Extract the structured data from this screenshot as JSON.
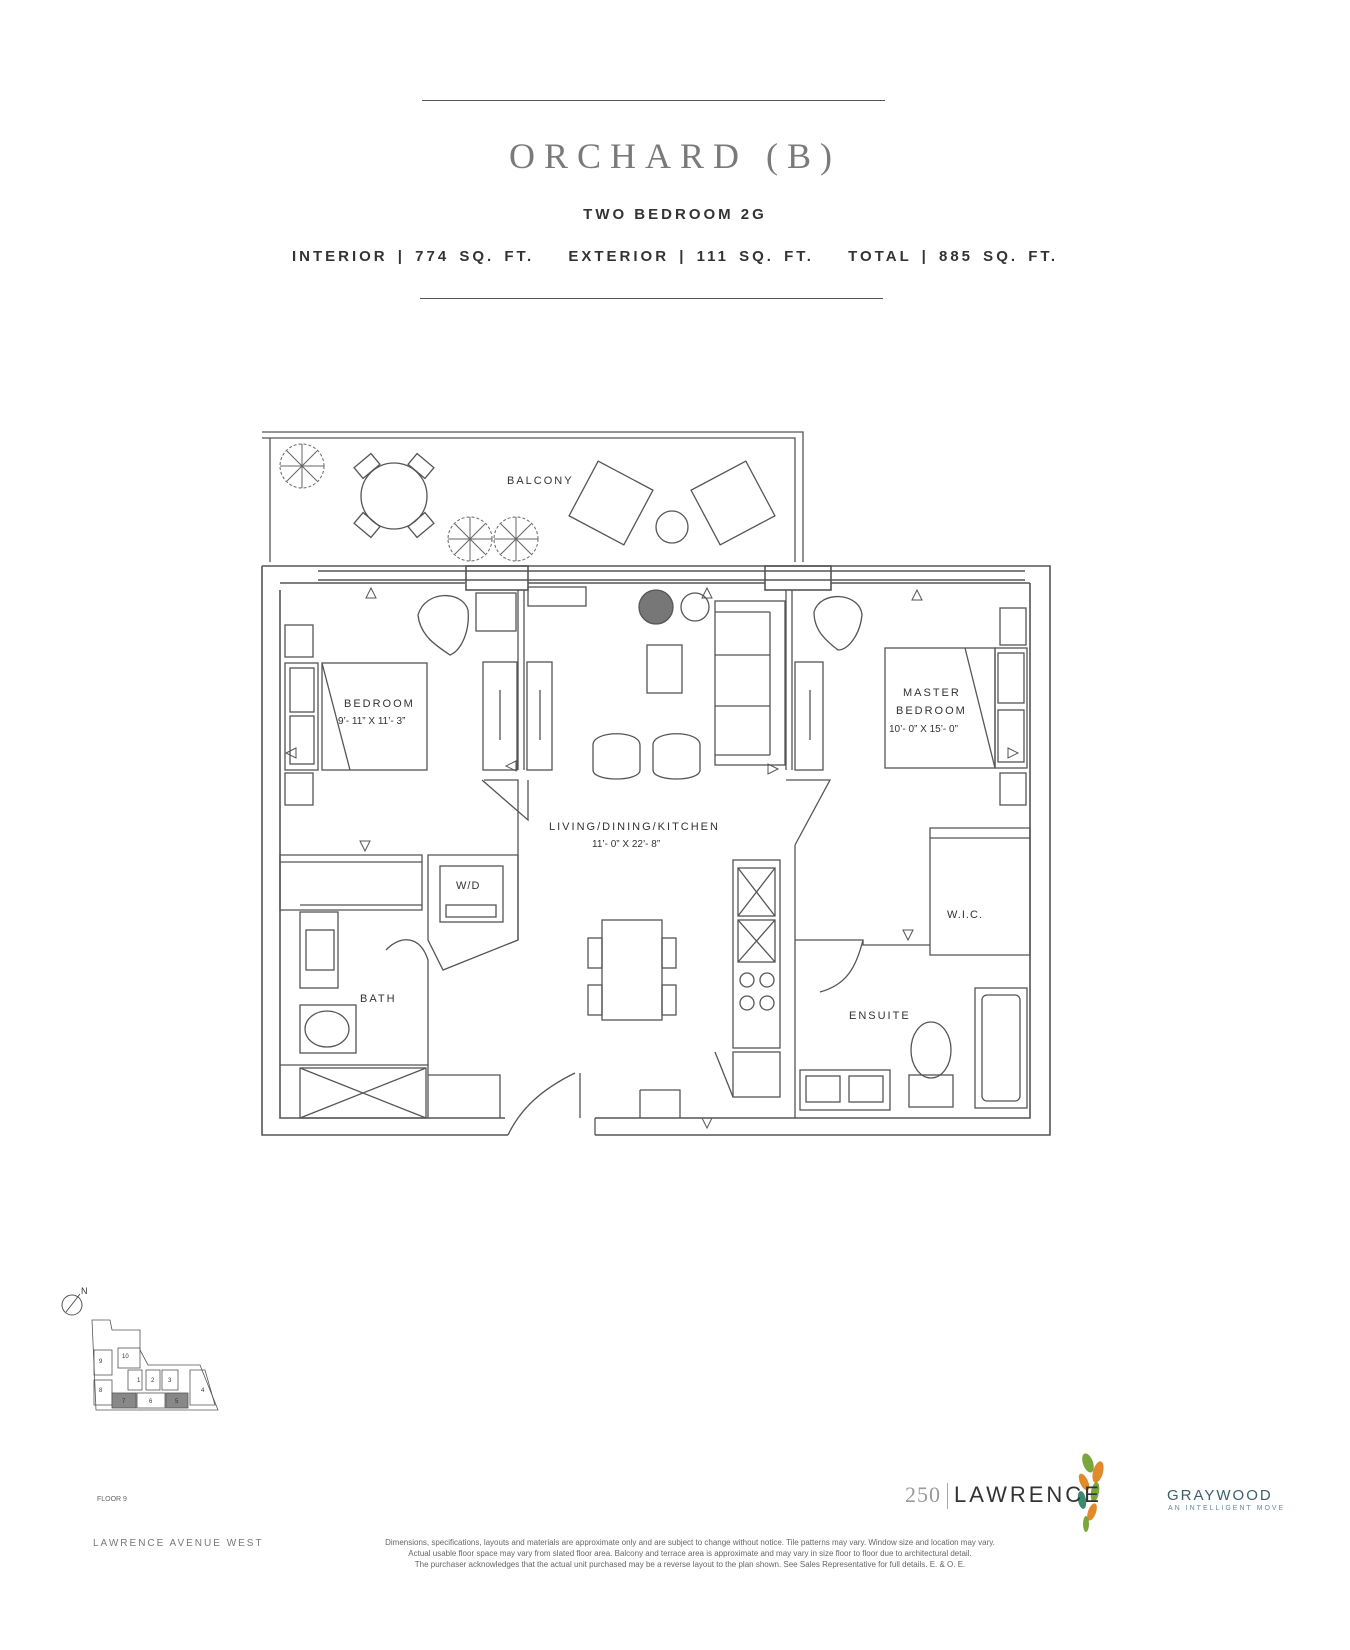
{
  "header": {
    "title": "ORCHARD (B)",
    "subtitle": "TWO BEDROOM 2G",
    "interior": "INTERIOR | 774 SQ. FT.",
    "exterior": "EXTERIOR | 111 SQ. FT.",
    "total": "TOTAL | 885 SQ. FT."
  },
  "rooms": {
    "balcony": "BALCONY",
    "bedroom_name": "BEDROOM",
    "bedroom_dims": "9’- 11” X 11’- 3”",
    "master_line1": "MASTER",
    "master_line2": "BEDROOM",
    "master_dims": "10’- 0” X 15’- 0”",
    "living_name": "LIVING/DINING/KITCHEN",
    "living_dims": "11’- 0” X 22’- 8”",
    "wd": "W/D",
    "bath": "BATH",
    "wic": "W.I.C.",
    "ensuite": "ENSUITE"
  },
  "keyplan": {
    "north": "N",
    "floor_label": "FLOOR 9",
    "units": [
      "1",
      "2",
      "3",
      "4",
      "5",
      "6",
      "7",
      "8",
      "9",
      "10"
    ]
  },
  "footer": {
    "street": "LAWRENCE AVENUE WEST",
    "disclaimer_1": "Dimensions, specifications, layouts and materials are approximate only and are subject to change without notice. Tile patterns may vary. Window size and location may vary.",
    "disclaimer_2": "Actual usable floor space may vary from slated floor area. Balcony and terrace area is approximate and may vary in size floor to floor due to architectural detail.",
    "disclaimer_3": "The purchaser acknowledges that the actual unit purchased may be a reverse layout to the plan shown. See Sales Representative for full details. E. & O. E.",
    "brand_number": "250",
    "brand_word": "LAWRENCE",
    "developer": "GRAYWOOD",
    "developer_tagline": "AN INTELLIGENT MOVE"
  },
  "colors": {
    "line": "#555555",
    "title": "#7a7a7a",
    "brand_teal": "#3b5f6e",
    "leaf_orange": "#e08a2c",
    "leaf_green": "#7aa63a"
  }
}
